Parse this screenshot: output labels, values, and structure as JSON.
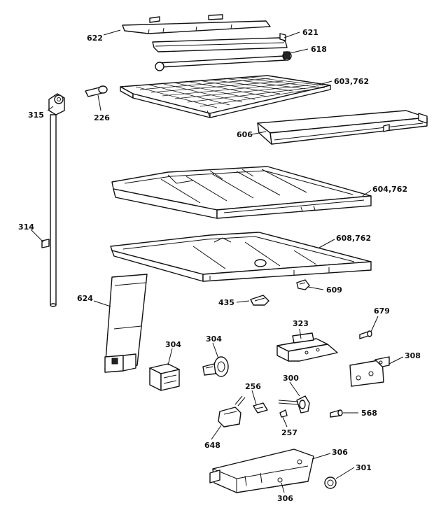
{
  "callouts": {
    "c622": "622",
    "c621": "621",
    "c618": "618",
    "c603": "603,762",
    "c315": "315",
    "c226": "226",
    "c606": "606",
    "c604": "604,762",
    "c314": "314",
    "c608": "608,762",
    "c609": "609",
    "c624": "624",
    "c435": "435",
    "c679": "679",
    "c323": "323",
    "c304a": "304",
    "c304b": "304",
    "c308": "308",
    "c256": "256",
    "c300": "300",
    "c568": "568",
    "c257": "257",
    "c648": "648",
    "c306a": "306",
    "c301": "301",
    "c306b": "306"
  }
}
